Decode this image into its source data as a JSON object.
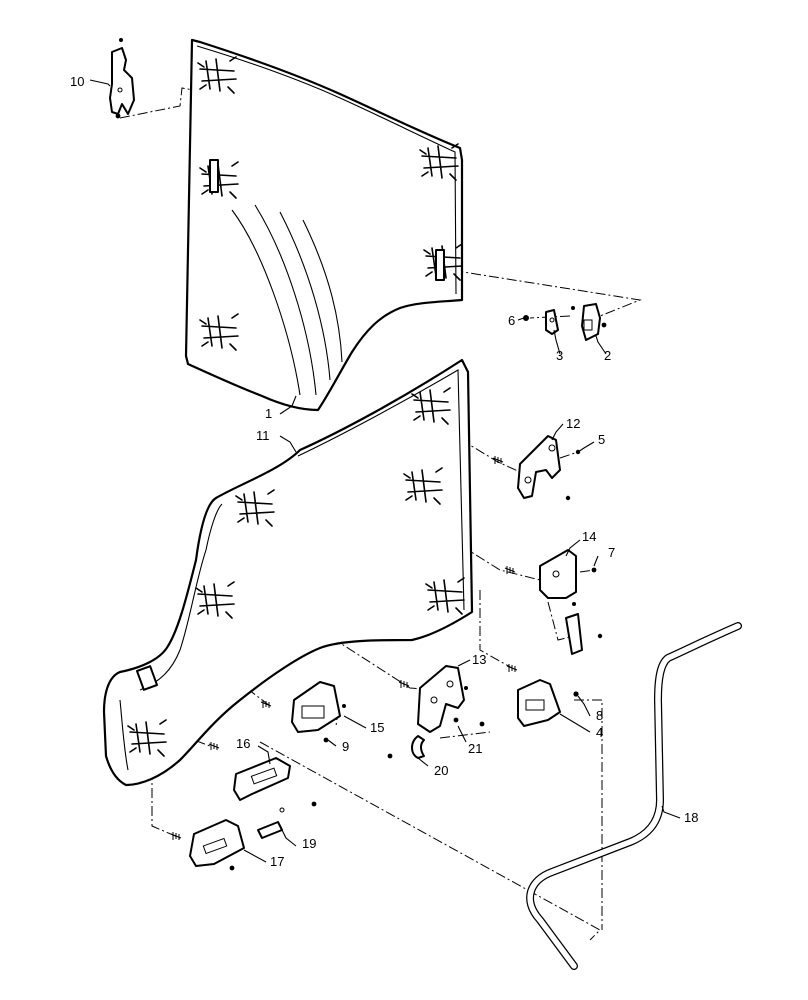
{
  "diagram": {
    "callouts": [
      {
        "id": "1",
        "text": "1"
      },
      {
        "id": "2",
        "text": "2"
      },
      {
        "id": "3",
        "text": "3"
      },
      {
        "id": "4",
        "text": "4"
      },
      {
        "id": "5",
        "text": "5"
      },
      {
        "id": "6",
        "text": "6"
      },
      {
        "id": "7",
        "text": "7"
      },
      {
        "id": "8",
        "text": "8"
      },
      {
        "id": "9",
        "text": "9"
      },
      {
        "id": "10",
        "text": "10"
      },
      {
        "id": "11",
        "text": "11"
      },
      {
        "id": "12",
        "text": "12"
      },
      {
        "id": "13",
        "text": "13"
      },
      {
        "id": "14",
        "text": "14"
      },
      {
        "id": "15",
        "text": "15"
      },
      {
        "id": "16",
        "text": "16"
      },
      {
        "id": "17",
        "text": "17"
      },
      {
        "id": "18",
        "text": "18"
      },
      {
        "id": "19",
        "text": "19"
      },
      {
        "id": "20",
        "text": "20"
      },
      {
        "id": "21",
        "text": "21"
      }
    ]
  }
}
